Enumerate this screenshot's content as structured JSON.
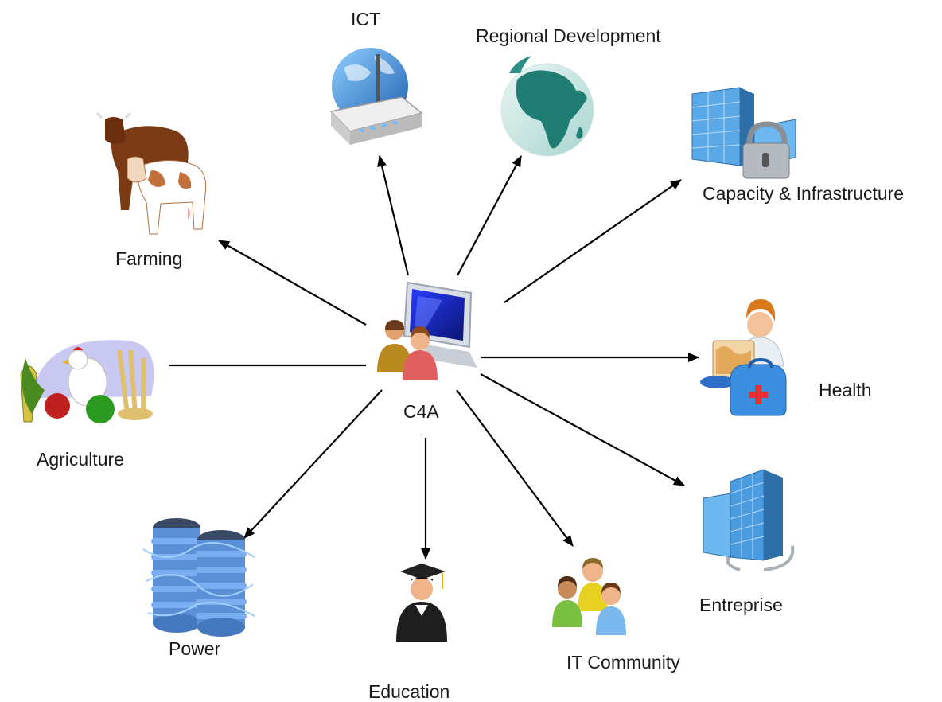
{
  "center": {
    "label": "C4A",
    "icon": "people-computer-icon"
  },
  "nodes": [
    {
      "id": "ict",
      "label": "ICT",
      "icon": "wireless-router-globe-icon",
      "arrow": true
    },
    {
      "id": "regional",
      "label": "Regional Development",
      "icon": "globe-africa-icon",
      "arrow": true
    },
    {
      "id": "capacity",
      "label": "Capacity & Infrastructure",
      "icon": "secure-building-icon",
      "arrow": true
    },
    {
      "id": "health",
      "label": "Health",
      "icon": "doctor-medical-kit-icon",
      "arrow": true
    },
    {
      "id": "entreprise",
      "label": "Entreprise",
      "icon": "office-buildings-icon",
      "arrow": true
    },
    {
      "id": "itcommunity",
      "label": "IT Community",
      "icon": "people-group-icon",
      "arrow": true
    },
    {
      "id": "education",
      "label": "Education",
      "icon": "graduate-icon",
      "arrow": true
    },
    {
      "id": "power",
      "label": "Power",
      "icon": "power-cells-icon",
      "arrow": true
    },
    {
      "id": "agriculture",
      "label": "Agriculture",
      "icon": "crops-chicken-icon",
      "arrow": false
    },
    {
      "id": "farming",
      "label": "Farming",
      "icon": "cows-icon",
      "arrow": true
    }
  ],
  "colors": {
    "line": "#000000",
    "text": "#1a1a1a"
  }
}
